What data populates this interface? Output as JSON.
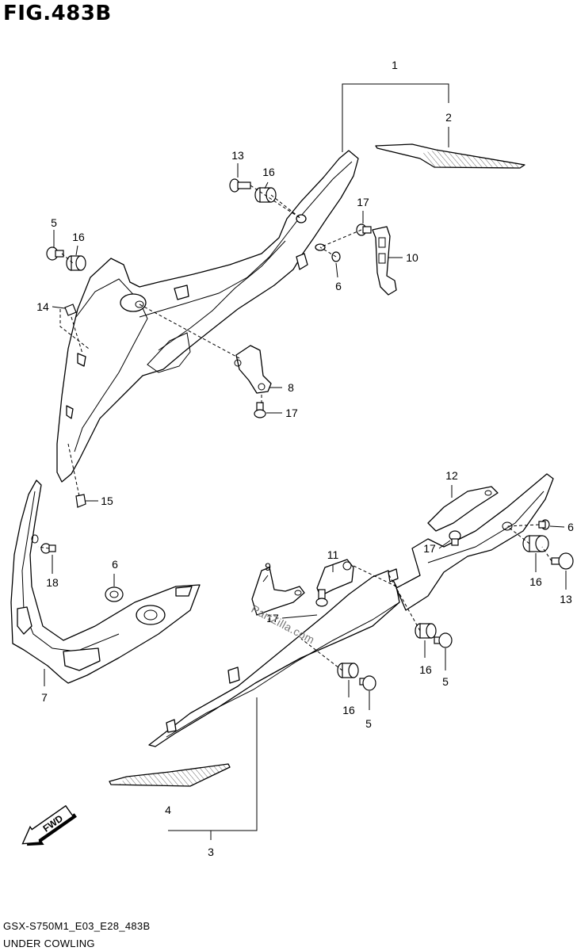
{
  "figure": {
    "title": "FIG.483B",
    "model_code": "GSX-S750M1_E03_E28_483B",
    "caption": "UNDER COWLING",
    "watermark": "PartZilla.com"
  },
  "callouts": [
    {
      "id": "c1",
      "label": "1"
    },
    {
      "id": "c2",
      "label": "2"
    },
    {
      "id": "c13a",
      "label": "13"
    },
    {
      "id": "c16a",
      "label": "16"
    },
    {
      "id": "c17a",
      "label": "17"
    },
    {
      "id": "c5a",
      "label": "5"
    },
    {
      "id": "c16b",
      "label": "16"
    },
    {
      "id": "c10",
      "label": "10"
    },
    {
      "id": "c6a",
      "label": "6"
    },
    {
      "id": "c14",
      "label": "14"
    },
    {
      "id": "c8",
      "label": "8"
    },
    {
      "id": "c17b",
      "label": "17"
    },
    {
      "id": "c15",
      "label": "15"
    },
    {
      "id": "c12",
      "label": "12"
    },
    {
      "id": "c6b",
      "label": "6"
    },
    {
      "id": "c17c",
      "label": "17"
    },
    {
      "id": "c16c",
      "label": "16"
    },
    {
      "id": "c13b",
      "label": "13"
    },
    {
      "id": "c18",
      "label": "18"
    },
    {
      "id": "c6c",
      "label": "6"
    },
    {
      "id": "c9",
      "label": "9"
    },
    {
      "id": "c11",
      "label": "11"
    },
    {
      "id": "c17d",
      "label": "17"
    },
    {
      "id": "c16d",
      "label": "16"
    },
    {
      "id": "c5b",
      "label": "5"
    },
    {
      "id": "c7",
      "label": "7"
    },
    {
      "id": "c16e",
      "label": "16"
    },
    {
      "id": "c5c",
      "label": "5"
    },
    {
      "id": "c4",
      "label": "4"
    },
    {
      "id": "c3",
      "label": "3"
    }
  ],
  "direction_marker": {
    "label": "FWD",
    "icon": "fwd-arrow-icon"
  }
}
